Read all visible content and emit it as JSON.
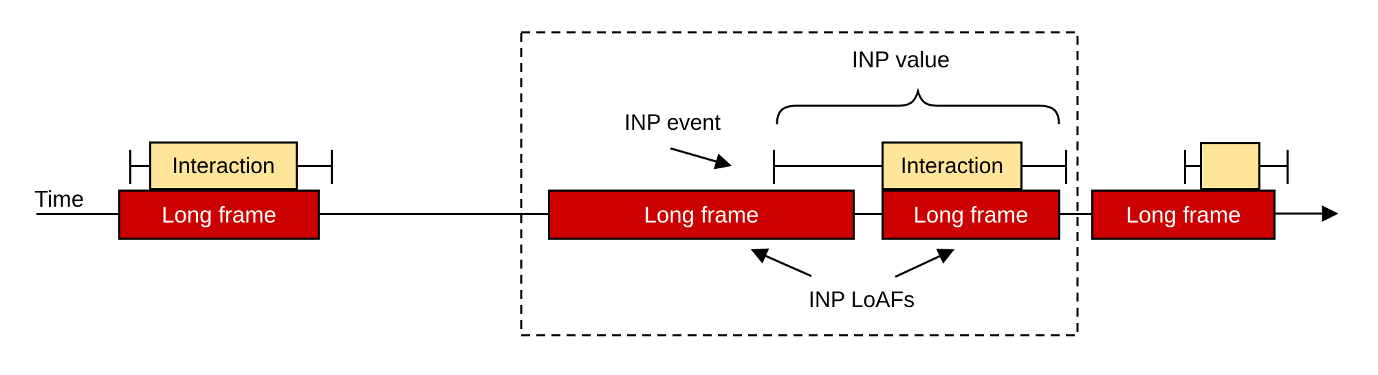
{
  "diagram": {
    "time_label": "Time",
    "long_frames": [
      {
        "label": "Long frame"
      },
      {
        "label": "Long frame"
      },
      {
        "label": "Long frame"
      },
      {
        "label": "Long frame"
      }
    ],
    "interactions": [
      {
        "label": "Interaction"
      },
      {
        "label": "Interaction"
      },
      {
        "label": ""
      }
    ],
    "annotations": {
      "inp_event": "INP event",
      "inp_value": "INP value",
      "inp_loafs": "INP LoAFs"
    },
    "colors": {
      "long_frame_fill": "#cc0000",
      "long_frame_text": "#ffffff",
      "interaction_fill": "#ffe599",
      "stroke": "#000000",
      "background": "#ffffff"
    }
  }
}
